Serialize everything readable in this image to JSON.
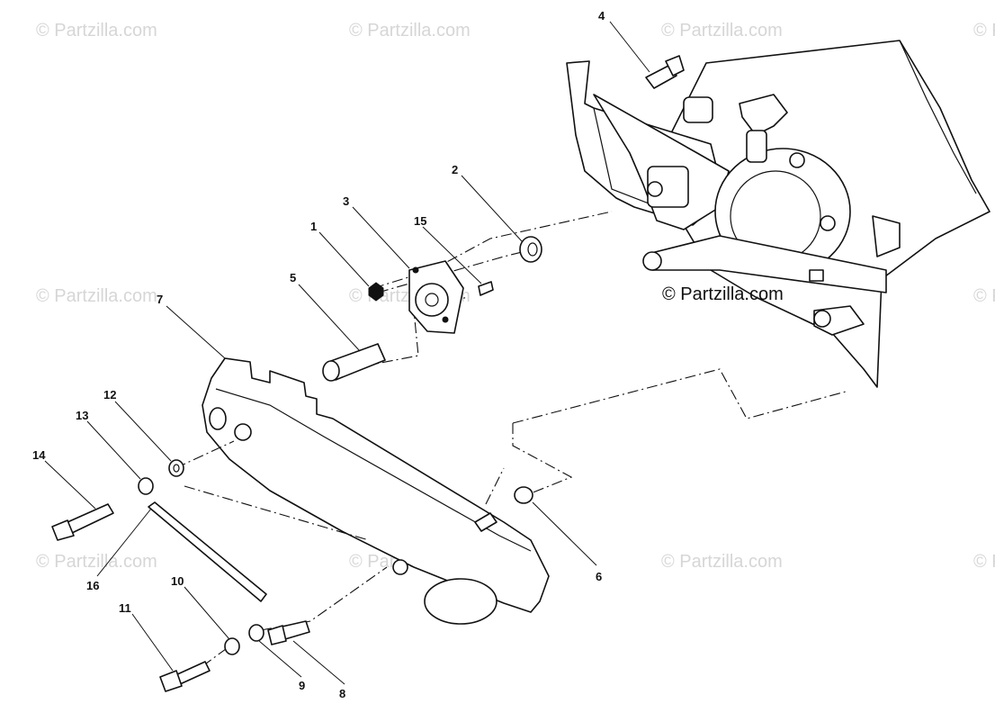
{
  "watermark": {
    "text": "© Partzilla.com",
    "center_text": "© Partzilla.com",
    "color": "#d6d6d6"
  },
  "callouts": [
    {
      "id": "1",
      "label": "1"
    },
    {
      "id": "2",
      "label": "2"
    },
    {
      "id": "3",
      "label": "3"
    },
    {
      "id": "4",
      "label": "4"
    },
    {
      "id": "5",
      "label": "5"
    },
    {
      "id": "6",
      "label": "6"
    },
    {
      "id": "7",
      "label": "7"
    },
    {
      "id": "8",
      "label": "8"
    },
    {
      "id": "9",
      "label": "9"
    },
    {
      "id": "10",
      "label": "10"
    },
    {
      "id": "11",
      "label": "11"
    },
    {
      "id": "12",
      "label": "12"
    },
    {
      "id": "13",
      "label": "13"
    },
    {
      "id": "14",
      "label": "14"
    },
    {
      "id": "15",
      "label": "15"
    },
    {
      "id": "16",
      "label": "16"
    }
  ]
}
